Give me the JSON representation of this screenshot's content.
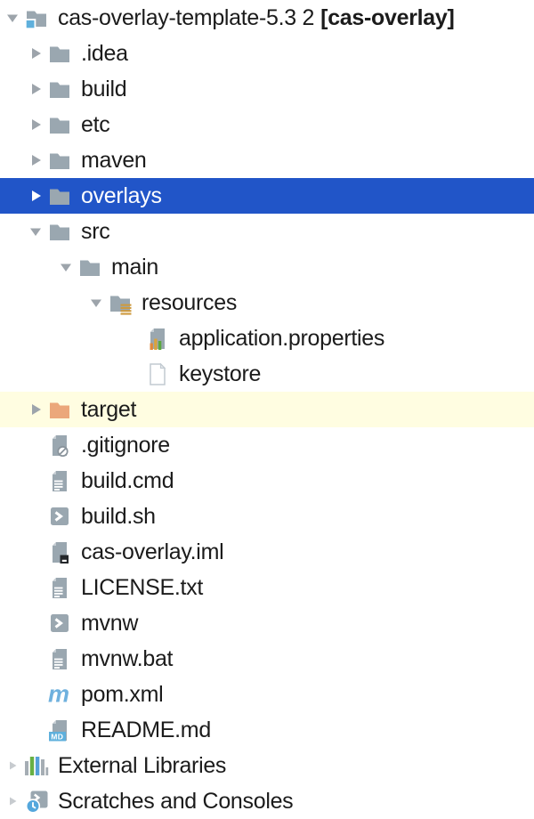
{
  "app": {
    "view": "project-tree"
  },
  "colors": {
    "selection_bg": "#2155C8",
    "excluded_row_bg": "#FFFDE1",
    "folder_gray": "#9AA7B0",
    "excluded_folder_orange": "#EBA77B",
    "file_gray": "#9AA7B0",
    "fold_light": "#C5CDD3",
    "arrow_gray": "#9DA4AB",
    "arrow_faint": "#C7CBCF",
    "arrow_selected": "#FFFFFF",
    "text": "#1b1b1b",
    "project_badge_blue": "#5FB0DC",
    "maven_blue": "#6FB1DE",
    "markdown_badge_blue": "#5FB0DC",
    "resources_lines_amber": "#CE9A3E",
    "props_orange": "#E08A3C",
    "props_amber": "#D9A33C",
    "props_green": "#5BA83F",
    "lib_green": "#68B044",
    "lib_blue": "#55A1D8",
    "lib_gray": "#A5ADB4",
    "scratch_clock_blue": "#55A7DC",
    "badge_dark": "#25282B",
    "ignore_badge_gray": "#8A949C"
  },
  "tree": {
    "rows": [
      {
        "name": "project-root",
        "label": "cas-overlay-template-5.3 2",
        "suffix": "[cas-overlay]",
        "level": 0,
        "arrow": "expanded",
        "icon": "project-folder",
        "selected": false,
        "highlight": ""
      },
      {
        "name": "idea",
        "label": ".idea",
        "suffix": "",
        "level": 1,
        "arrow": "collapsed",
        "icon": "folder",
        "selected": false,
        "highlight": ""
      },
      {
        "name": "build",
        "label": "build",
        "suffix": "",
        "level": 1,
        "arrow": "collapsed",
        "icon": "folder",
        "selected": false,
        "highlight": ""
      },
      {
        "name": "etc",
        "label": "etc",
        "suffix": "",
        "level": 1,
        "arrow": "collapsed",
        "icon": "folder",
        "selected": false,
        "highlight": ""
      },
      {
        "name": "maven",
        "label": "maven",
        "suffix": "",
        "level": 1,
        "arrow": "collapsed",
        "icon": "folder",
        "selected": false,
        "highlight": ""
      },
      {
        "name": "overlays",
        "label": "overlays",
        "suffix": "",
        "level": 1,
        "arrow": "collapsed",
        "icon": "folder",
        "selected": true,
        "highlight": ""
      },
      {
        "name": "src",
        "label": "src",
        "suffix": "",
        "level": 1,
        "arrow": "expanded",
        "icon": "folder",
        "selected": false,
        "highlight": ""
      },
      {
        "name": "main",
        "label": "main",
        "suffix": "",
        "level": 2,
        "arrow": "expanded",
        "icon": "folder",
        "selected": false,
        "highlight": ""
      },
      {
        "name": "resources",
        "label": "resources",
        "suffix": "",
        "level": 3,
        "arrow": "expanded",
        "icon": "resources-folder",
        "selected": false,
        "highlight": ""
      },
      {
        "name": "application-properties",
        "label": "application.properties",
        "suffix": "",
        "level": 4,
        "arrow": "none",
        "icon": "properties-file",
        "selected": false,
        "highlight": ""
      },
      {
        "name": "keystore",
        "label": "keystore",
        "suffix": "",
        "level": 4,
        "arrow": "none",
        "icon": "plain-file",
        "selected": false,
        "highlight": ""
      },
      {
        "name": "target",
        "label": "target",
        "suffix": "",
        "level": 1,
        "arrow": "collapsed",
        "icon": "excluded-folder",
        "selected": false,
        "highlight": "excluded"
      },
      {
        "name": "gitignore",
        "label": ".gitignore",
        "suffix": "",
        "level": 1,
        "arrow": "none",
        "icon": "ignored-file",
        "selected": false,
        "highlight": ""
      },
      {
        "name": "build-cmd",
        "label": "build.cmd",
        "suffix": "",
        "level": 1,
        "arrow": "none",
        "icon": "text-file",
        "selected": false,
        "highlight": ""
      },
      {
        "name": "build-sh",
        "label": "build.sh",
        "suffix": "",
        "level": 1,
        "arrow": "none",
        "icon": "shell-file",
        "selected": false,
        "highlight": ""
      },
      {
        "name": "cas-overlay-iml",
        "label": "cas-overlay.iml",
        "suffix": "",
        "level": 1,
        "arrow": "none",
        "icon": "iml-file",
        "selected": false,
        "highlight": ""
      },
      {
        "name": "license-txt",
        "label": "LICENSE.txt",
        "suffix": "",
        "level": 1,
        "arrow": "none",
        "icon": "text-file",
        "selected": false,
        "highlight": ""
      },
      {
        "name": "mvnw",
        "label": "mvnw",
        "suffix": "",
        "level": 1,
        "arrow": "none",
        "icon": "shell-file",
        "selected": false,
        "highlight": ""
      },
      {
        "name": "mvnw-bat",
        "label": "mvnw.bat",
        "suffix": "",
        "level": 1,
        "arrow": "none",
        "icon": "text-file",
        "selected": false,
        "highlight": ""
      },
      {
        "name": "pom-xml",
        "label": "pom.xml",
        "suffix": "",
        "level": 1,
        "arrow": "none",
        "icon": "maven-file",
        "selected": false,
        "highlight": ""
      },
      {
        "name": "readme-md",
        "label": "README.md",
        "suffix": "",
        "level": 1,
        "arrow": "none",
        "icon": "markdown-file",
        "selected": false,
        "highlight": ""
      },
      {
        "name": "external-libraries",
        "label": "External Libraries",
        "suffix": "",
        "level": 0,
        "arrow": "collapsed-faint",
        "icon": "libraries",
        "selected": false,
        "highlight": ""
      },
      {
        "name": "scratches-and-consoles",
        "label": "Scratches and Consoles",
        "suffix": "",
        "level": 0,
        "arrow": "collapsed-faint",
        "icon": "scratches",
        "selected": false,
        "highlight": ""
      }
    ]
  }
}
